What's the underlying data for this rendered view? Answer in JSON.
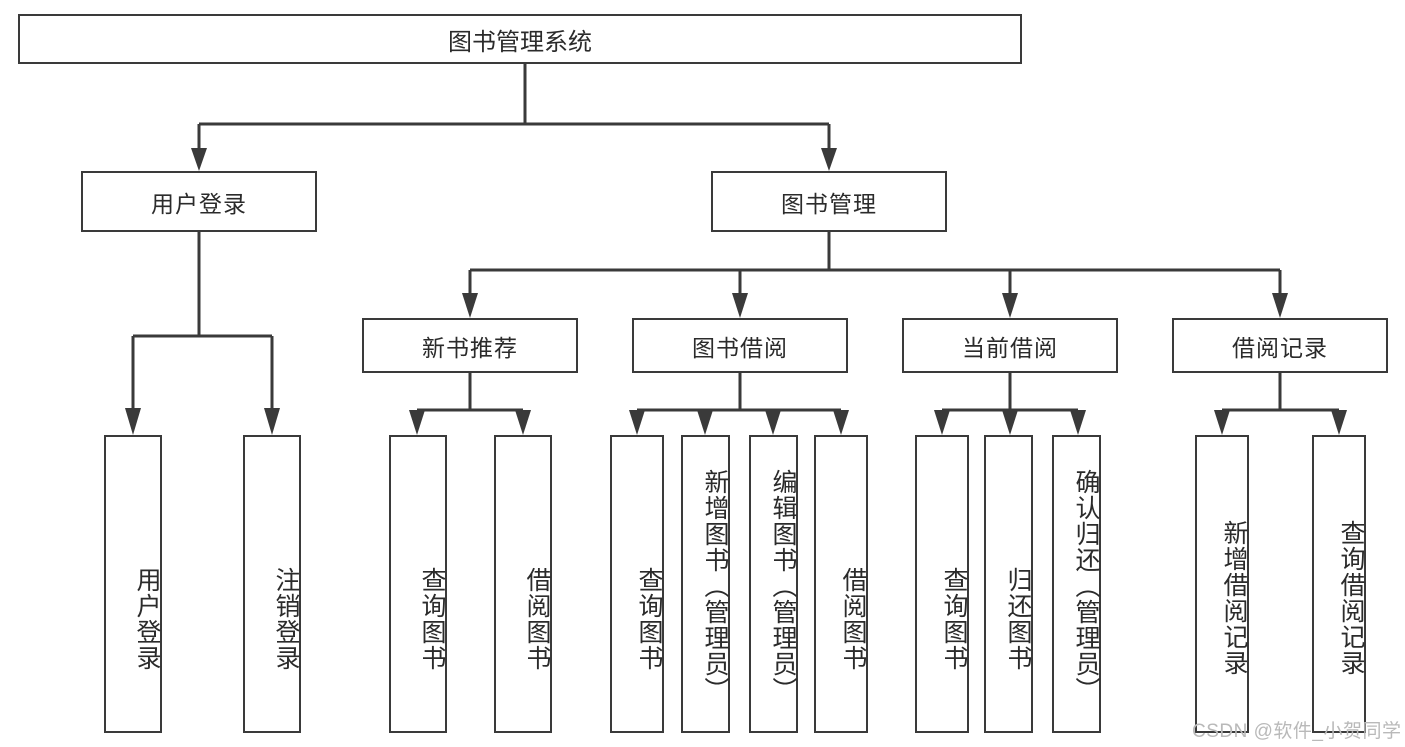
{
  "diagram": {
    "title": "图书管理系统",
    "type": "tree-hierarchy-chart",
    "watermark": "CSDN @软件_小贺同学",
    "root": {
      "label": "图书管理系统"
    },
    "level2": [
      {
        "label": "用户登录"
      },
      {
        "label": "图书管理"
      }
    ],
    "level3": [
      {
        "label": "新书推荐"
      },
      {
        "label": "图书借阅"
      },
      {
        "label": "当前借阅"
      },
      {
        "label": "借阅记录"
      }
    ],
    "leaves": {
      "user_login": [
        {
          "label": "用户登录"
        },
        {
          "label": "注销登录"
        }
      ],
      "new_book_recommend": [
        {
          "label": "查询图书"
        },
        {
          "label": "借阅图书"
        }
      ],
      "book_borrow": [
        {
          "label": "查询图书"
        },
        {
          "label": "新增图书（管理员）"
        },
        {
          "label": "编辑图书（管理员）"
        },
        {
          "label": "借阅图书"
        }
      ],
      "current_borrow": [
        {
          "label": "查询图书"
        },
        {
          "label": "归还图书"
        },
        {
          "label": "确认归还（管理员）"
        }
      ],
      "borrow_record": [
        {
          "label": "新增借阅记录"
        },
        {
          "label": "查询借阅记录"
        }
      ]
    },
    "colors": {
      "stroke": "#3a3a3a",
      "fill": "#ffffff",
      "text": "#2b2b2b",
      "watermark": "#b9b9b9"
    }
  }
}
